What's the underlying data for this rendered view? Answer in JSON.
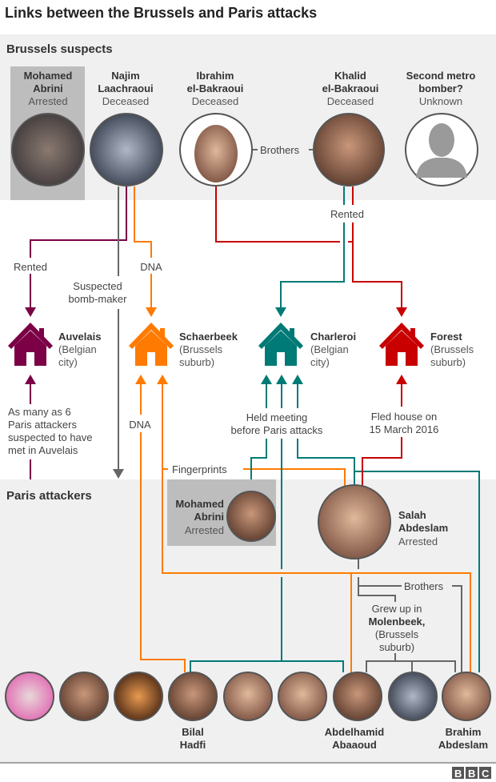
{
  "title": "Links between the Brussels and Paris attacks",
  "brussels_label": "Brussels suspects",
  "paris_label": "Paris attackers",
  "brussels_suspects": [
    {
      "name1": "Mohamed",
      "name2": "Abrini",
      "status": "Arrested"
    },
    {
      "name1": "Najim",
      "name2": "Laachraoui",
      "status": "Deceased"
    },
    {
      "name1": "Ibrahim",
      "name2": "el-Bakraoui",
      "status": "Deceased"
    },
    {
      "name1": "Khalid",
      "name2": "el-Bakraoui",
      "status": "Deceased"
    },
    {
      "name1": "Second metro",
      "name2": "bomber?",
      "status": "Unknown"
    }
  ],
  "houses": [
    {
      "name": "Auvelais",
      "desc1": "(Belgian",
      "desc2": "city)",
      "color": "#7b0046"
    },
    {
      "name": "Schaerbeek",
      "desc1": "(Brussels",
      "desc2": "suburb)",
      "color": "#ff7a00"
    },
    {
      "name": "Charleroi",
      "desc1": "(Belgian",
      "desc2": "city)",
      "color": "#007a76"
    },
    {
      "name": "Forest",
      "desc1": "(Brussels",
      "desc2": "suburb)",
      "color": "#c80000"
    }
  ],
  "labels": {
    "brothers_top": "Brothers",
    "rented_khalid": "Rented",
    "rented_auvelais": "Rented",
    "dna_top": "DNA",
    "bomb_maker1": "Suspected",
    "bomb_maker2": "bomb-maker",
    "auvelais_note": [
      "As many as 6",
      "Paris attackers",
      "suspected to have",
      "met in Auvelais"
    ],
    "dna_bottom": "DNA",
    "meeting1": "Held meeting",
    "meeting2": "before Paris attacks",
    "fled1": "Fled house on",
    "fled2": "15 March 2016",
    "fingerprints": "Fingerprints",
    "brothers_bottom": "Brothers",
    "grew1": "Grew up in",
    "grew2": "Molenbeek,",
    "grew3": "(Brussels",
    "grew4": "suburb)"
  },
  "paris_abrini": {
    "name1": "Mohamed",
    "name2": "Abrini",
    "status": "Arrested"
  },
  "salah": {
    "name1": "Salah",
    "name2": "Abdeslam",
    "status": "Arrested"
  },
  "paris_named": [
    {
      "name1": "Bilal",
      "name2": "Hadfi"
    },
    {
      "name1": "Abdelhamid",
      "name2": "Abaaoud"
    },
    {
      "name1": "Brahim",
      "name2": "Abdeslam"
    }
  ],
  "logo": "BBC",
  "colors": {
    "purple": "#7b0046",
    "orange": "#ff7a00",
    "teal": "#007a76",
    "red": "#c80000",
    "panel": "#f0f0f0"
  }
}
